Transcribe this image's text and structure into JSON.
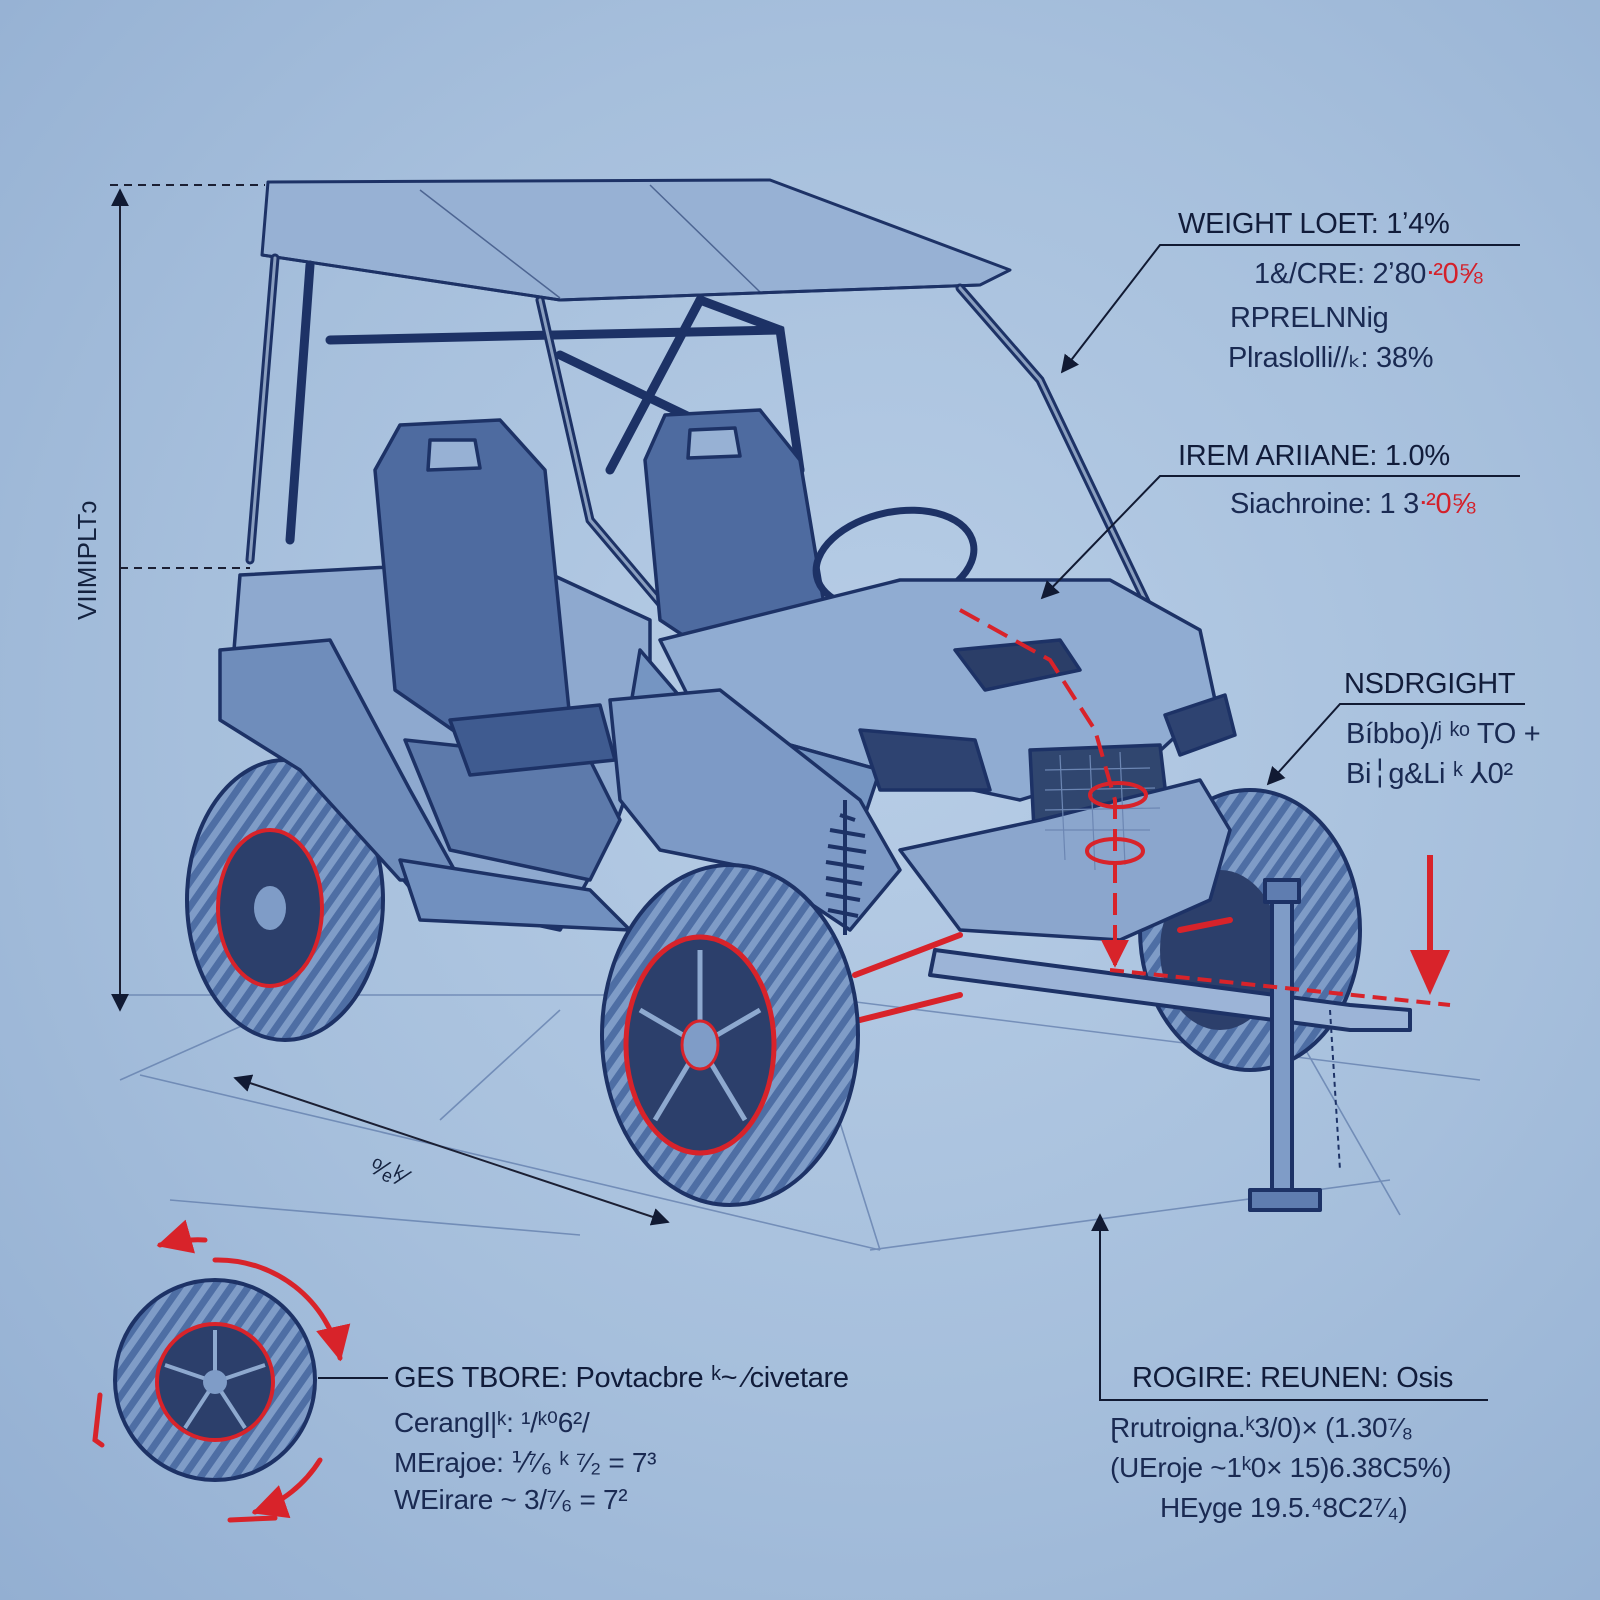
{
  "callouts": {
    "weight": {
      "line1": "WEIGHT LOET: 1ʼ4%",
      "line2_black": "1&/CRE: 2ʼ80",
      "line2_red": "ᐧ²0⅝",
      "line3": "RPRELNNig",
      "line4": "Plraslolli//ₖ: 38%"
    },
    "irem": {
      "line1": "IREM ARIIANE: 1.0%",
      "line2_black": "Siachroine: 1 3",
      "line2_red": "ᐧ²0⅝"
    },
    "nsdr": {
      "line1": "NSDRGIGHT",
      "line2": "Bíbbo)/ʲ ᵏᵒ TO +",
      "line3": "Bi╎g&Li ᵏ ⅄0²"
    },
    "tire": {
      "line1": "GES TBORE: Povtacbre ᵏ~ ⁄civetare",
      "line2": "Cerangl|ᵏ: ¹/ᵏ⁰6²/",
      "line3": "MErajoe: ⅟⁷⁄₆ ᵏ  ⁷⁄₂ = 7³",
      "line4": "WEirare ~ 3/⁷⁄₆ = 7²"
    },
    "rogire": {
      "line1": "ROGIRE: REUNEN: Osis",
      "line2": "Ɽrutroigna.ᵏ3/0)× (1.30⁷⁄₈",
      "line3": "(UEroje ~1ᵏ0× 15)6.38C5%)",
      "line4": "HEyge 19.5.⁴8C2⁷⁄₄)"
    }
  },
  "dimensions": {
    "vertical": "VIIMIPLTↄ",
    "diagonal": "ᵒ⁄ₑᵏ⁄"
  },
  "colors": {
    "ink": "#1d3266",
    "accent": "#d8232a",
    "paper": "#a9c2df"
  }
}
